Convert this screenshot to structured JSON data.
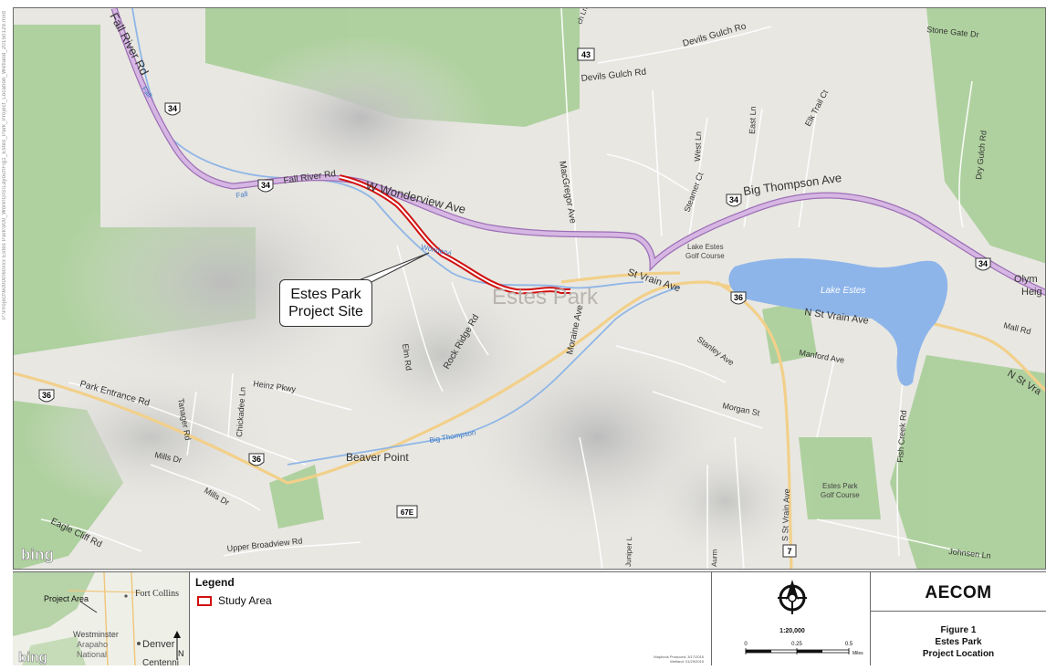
{
  "map": {
    "roads": {
      "fall_river_rd": "Fall River Rd",
      "fall_river_rd_west": "Fall River Rd",
      "w_wonderview": "W Wonderview Ave",
      "big_thompson_ave": "Big Thompson Ave",
      "st_vrain_ave": "St Vrain Ave",
      "n_st_vrain_ave": "N St Vrain Ave",
      "n_st_vra_east": "N St Vra",
      "devils_gulch_rd": "Devils Gulch Rd",
      "devils_gulch_rd_e": "Devils Gulch Ro",
      "stone_gate_dr": "Stone Gate Dr",
      "macgregor_ave": "MacGregor Ave",
      "west_ln": "West Ln",
      "east_ln": "East Ln",
      "elk_trail_ct": "Elk Trail Ct",
      "dry_gulch_rd": "Dry Gulch Rd",
      "steamer_ct": "Steamer Ct",
      "moraine_ave": "Moraine Ave",
      "rock_ridge_rd": "Rock Ridge Rd",
      "elm_rd": "Elm Rd",
      "park_entrance_rd": "Park Entrance Rd",
      "tanager_rd": "Tanager Rd",
      "chickadee_ln": "Chickadee Ln",
      "heinz_pkwy": "Heinz Pkwy",
      "mills_dr": "Mills Dr",
      "mills_dr_2": "Mills Dr",
      "eagle_cliff_rd": "Eagle Cliff Rd",
      "upper_broadview_rd": "Upper Broadview Rd",
      "stanley_ave": "Stanley Ave",
      "manford_ave": "Manford Ave",
      "morgan_st": "Morgan St",
      "s_st_vrain_ave": "S St Vrain Ave",
      "fish_creek_rd": "Fish Creek Rd",
      "johnsen_ln": "Johnsen Ln",
      "mall_rd": "Mall Rd",
      "juniper_ln": "Juniper L",
      "aurm": "Aurm",
      "top_ln": "ch Ln"
    },
    "shields": {
      "hwy34_a": "34",
      "hwy34_b": "34",
      "hwy34_c": "34",
      "hwy34_d": "34",
      "hwy43": "43",
      "hwy36_a": "36",
      "hwy36_b": "36",
      "hwy36_c": "36",
      "hwy7": "7",
      "hwy67e": "67E"
    },
    "places": {
      "estes_park": "Estes Park",
      "beaver_point": "Beaver Point",
      "lake_estes": "Lake Estes",
      "lake_estes_golf": [
        "Lake Estes",
        "Golf Course"
      ],
      "estes_park_golf": [
        "Estes Park",
        "Golf Course"
      ],
      "olympus": [
        "Olym",
        "Heig"
      ],
      "big_thompson": "Big Thompson",
      "fall_small": "Fall",
      "fall_small_2": "Fall",
      "wonderview_small": "Wondervi"
    },
    "callout": {
      "line1": "Estes Park",
      "line2": "Project Site"
    },
    "bing": "bing",
    "side_path": "P:\\Project\\60000\\60xxx Estes Park\\900_Work\\GIS\\Layout\\Fig1_Estes_Park_Project_Location_Wetland_20150129.mxd"
  },
  "inset": {
    "fort_collins": "Fort Collins",
    "project_area": "Project Area",
    "westminster": "Westminster",
    "arapaho": "Arapaho",
    "national": "National",
    "denver": "Denver",
    "centennial": "Centenni",
    "bing": "bing",
    "north": "N"
  },
  "legend": {
    "title": "Legend",
    "study_area": "Study Area",
    "produced_line1": "Mapbook Produced: 3/17/2015",
    "produced_line2": "Wetland: 01/29/2015"
  },
  "scale": {
    "ratio": "1:20,000",
    "ticks": [
      "0",
      "0.25",
      "0.5"
    ],
    "units": "Miles"
  },
  "title_block": {
    "logo": "AECOM",
    "figure": "Figure 1",
    "name": "Estes Park",
    "subtitle": "Project Location"
  },
  "colors": {
    "highway": "#c9a3d9",
    "highway_casing": "#9d6fb5",
    "water": "#8fb6e6",
    "lake": "#8db5ea",
    "forest": "#9ec98e",
    "study_area": "#d11010",
    "arterial": "#f2d08a"
  }
}
